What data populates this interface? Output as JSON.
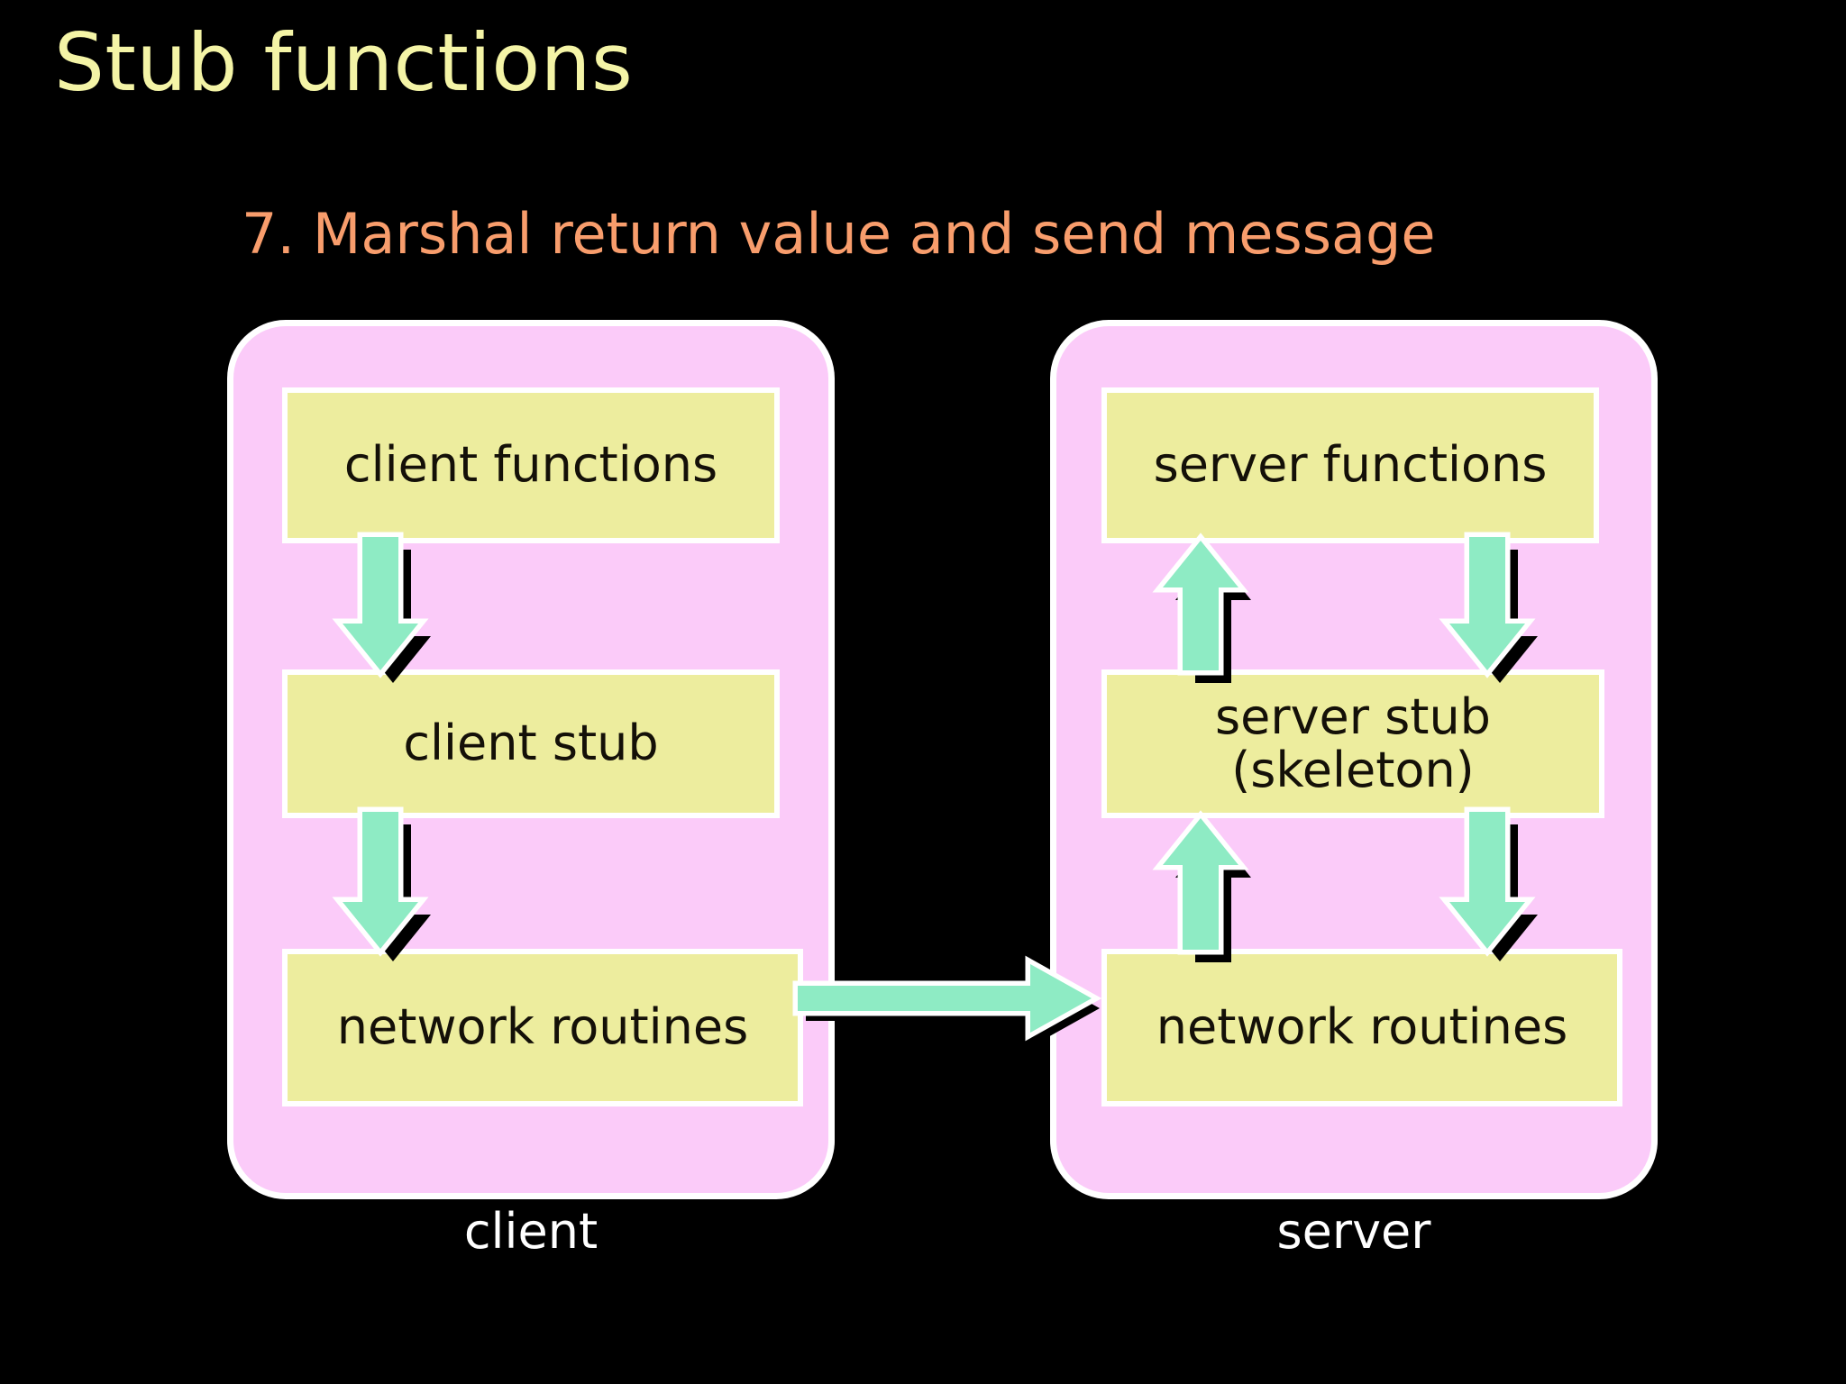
{
  "slide": {
    "title": "Stub functions",
    "subtitle": "7. Marshal return value and send message",
    "background_color": "#000000",
    "title_color": "#F4F4A6",
    "subtitle_color": "#F89D6C",
    "panel_color": "#FBCBF9",
    "box_color": "#EDED9E",
    "arrow_color": "#8EEBC4",
    "label_color": "#FFFFFF"
  },
  "client": {
    "label": "client",
    "boxes": [
      {
        "label": "client functions"
      },
      {
        "label": "client stub"
      },
      {
        "label": "network routines"
      }
    ]
  },
  "server": {
    "label": "server",
    "boxes": [
      {
        "label": "server functions"
      },
      {
        "label_line1": "server stub",
        "label_line2": "(skeleton)"
      },
      {
        "label": "network routines"
      }
    ]
  },
  "arrows": [
    {
      "name": "client-functions-to-stub",
      "direction": "down"
    },
    {
      "name": "client-stub-to-network",
      "direction": "down"
    },
    {
      "name": "client-network-to-server-network",
      "direction": "right"
    },
    {
      "name": "server-stub-to-functions",
      "direction": "up"
    },
    {
      "name": "server-network-to-stub",
      "direction": "up"
    },
    {
      "name": "server-functions-to-stub",
      "direction": "down"
    },
    {
      "name": "server-stub-to-network",
      "direction": "down"
    }
  ]
}
